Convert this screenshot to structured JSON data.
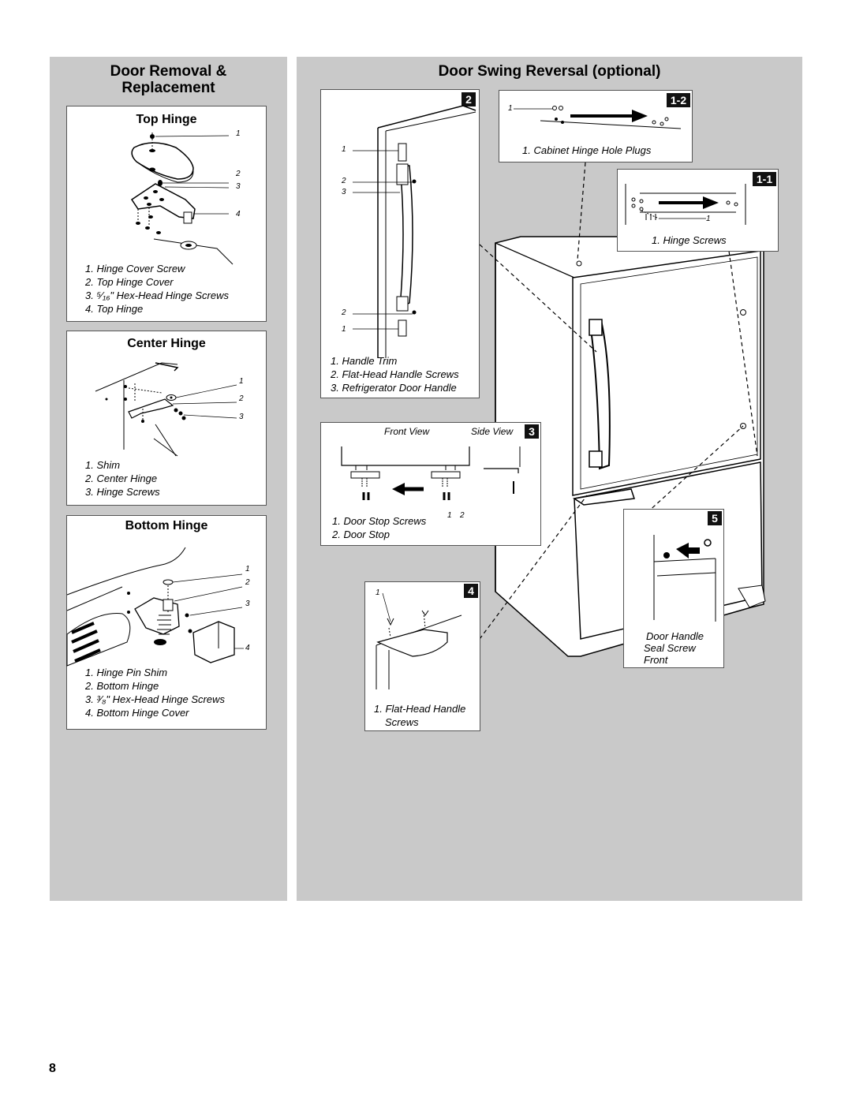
{
  "left_panel": {
    "title_line1": "Door Removal &",
    "title_line2": "Replacement",
    "top_hinge": {
      "title": "Top Hinge",
      "callouts": [
        "1",
        "2",
        "3",
        "4"
      ],
      "legend": [
        "1. Hinge Cover Screw",
        "2. Top Hinge Cover",
        "3. ⁵⁄₁₆\" Hex-Head Hinge Screws",
        "4. Top Hinge"
      ]
    },
    "center_hinge": {
      "title": "Center Hinge",
      "callouts": [
        "1",
        "2",
        "3"
      ],
      "legend": [
        "1. Shim",
        "2. Center Hinge",
        "3. Hinge Screws"
      ]
    },
    "bottom_hinge": {
      "title": "Bottom Hinge",
      "callouts": [
        "1",
        "2",
        "3",
        "4"
      ],
      "legend": [
        "1. Hinge Pin Shim",
        "2. Bottom Hinge",
        "3. ³⁄₈\" Hex-Head Hinge Screws",
        "4. Bottom Hinge Cover"
      ]
    }
  },
  "right_panel": {
    "title": "Door Swing Reversal (optional)",
    "fig2": {
      "badge": "2",
      "callouts": [
        "1",
        "2",
        "3",
        "2",
        "1"
      ],
      "legend": [
        "1. Handle Trim",
        "2. Flat-Head Handle Screws",
        "3. Refrigerator Door Handle"
      ]
    },
    "fig1_2": {
      "badge": "1-2",
      "callout": "1",
      "legend": "1. Cabinet Hinge Hole Plugs"
    },
    "fig1_1": {
      "badge": "1-1",
      "callout": "1",
      "legend": "1. Hinge Screws"
    },
    "fig3": {
      "badge": "3",
      "front_view": "Front View",
      "side_view": "Side View",
      "callouts": [
        "1",
        "2"
      ],
      "legend": [
        "1. Door Stop Screws",
        "2. Door Stop"
      ]
    },
    "fig4": {
      "badge": "4",
      "callout": "1",
      "legend_line1": "1. Flat-Head Handle",
      "legend_line2": "Screws"
    },
    "fig5": {
      "badge": "5",
      "caption_line1": "Door Handle",
      "caption_line2": "Seal Screw",
      "caption_line3": "Front"
    }
  },
  "page_number": "8"
}
